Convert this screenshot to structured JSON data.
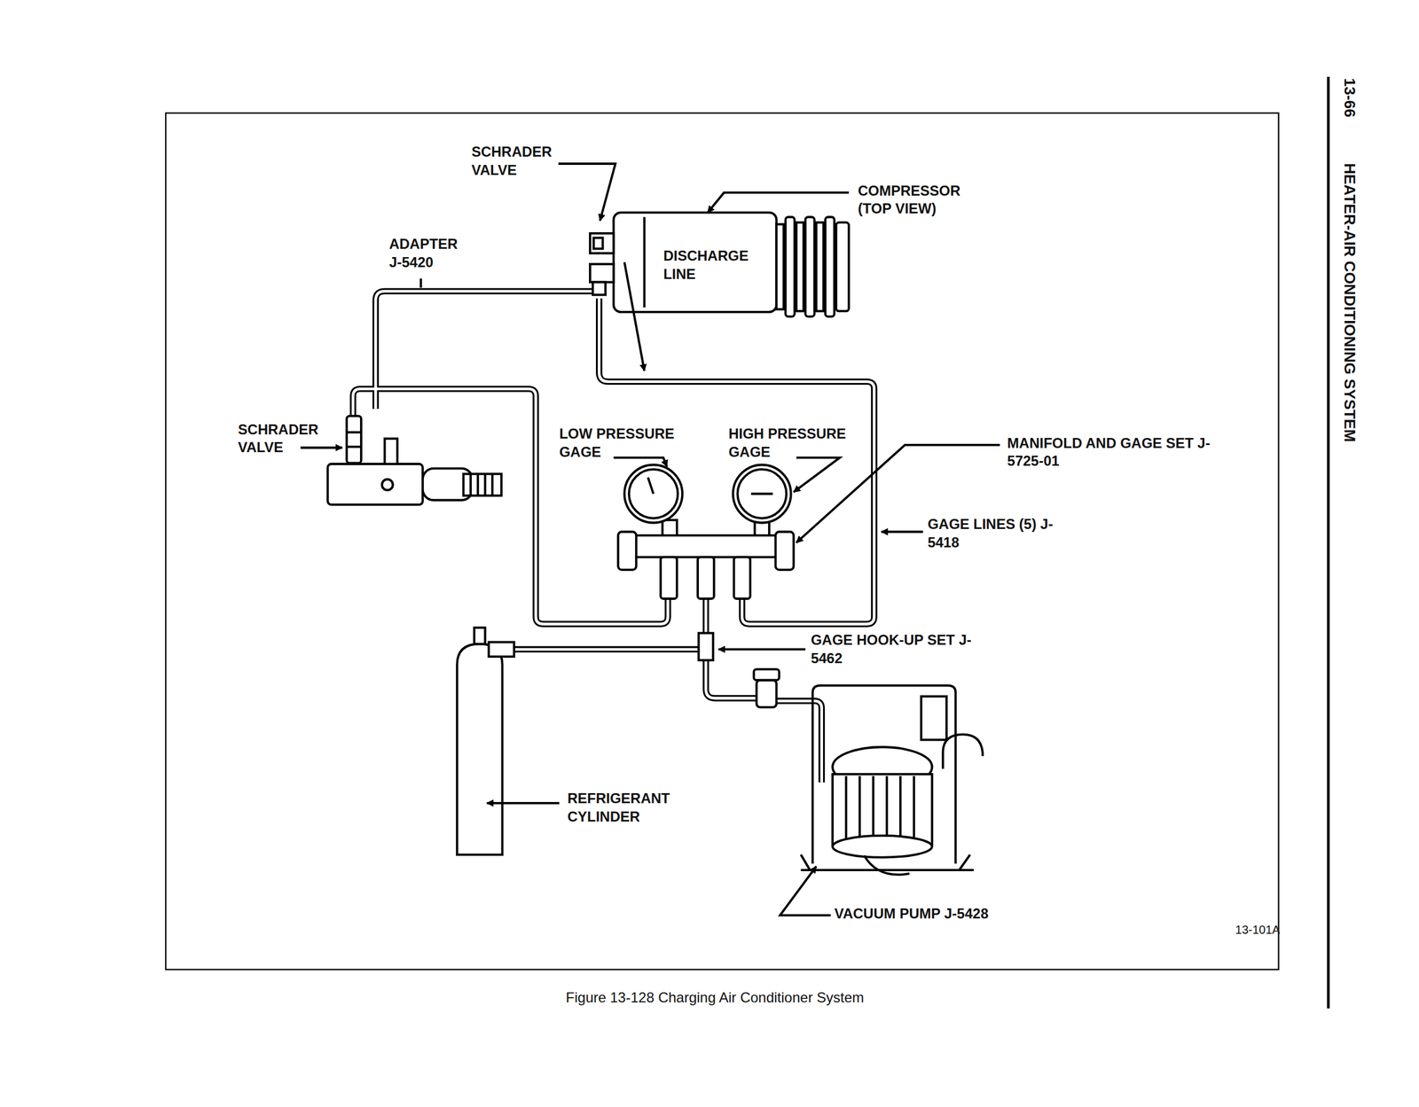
{
  "diagram": {
    "caption": "Figure 13-128 Charging Air Conditioner System",
    "labels": [
      "13-66",
      "HEATER-AIR CONDITIONING SYSTEM",
      "SCHRADER VALVE",
      "COMPRESSOR (TOP VIEW)",
      "ADAPTER J-5420",
      "DISCHARGE LINE",
      "SCHRADER VALVE",
      "LOW PRESSURE GAGE",
      "HIGH PRESSURE GAGE",
      "MANIFOLD AND GAGE SET J-5725-01",
      "GAGE LINES (5) J-5418",
      "GAGE HOOK-UP SET J-5462",
      "REFRIGERANT CYLINDER",
      "VACUUM PUMP J-5428",
      "13-101A"
    ]
  }
}
